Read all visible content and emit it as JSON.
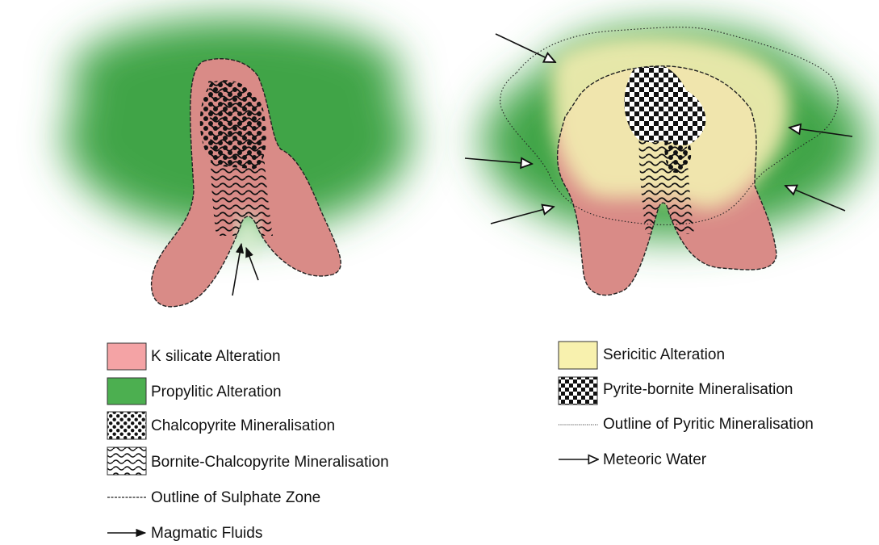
{
  "legend_left": [
    {
      "label": "K silicate Alteration",
      "swatch": "k-silicate"
    },
    {
      "label": "Propylitic Alteration",
      "swatch": "propylitic"
    },
    {
      "label": "Chalcopyrite Mineralisation",
      "swatch": "dots"
    },
    {
      "label": "Bornite-Chalcopyrite Mineralisation",
      "swatch": "waves"
    },
    {
      "label": "Outline of Sulphate Zone",
      "swatch": "dashed-line"
    },
    {
      "label": "Magmatic Fluids",
      "swatch": "solid-arrow"
    }
  ],
  "legend_right": [
    {
      "label": "Sericitic Alteration",
      "swatch": "sericitic"
    },
    {
      "label": "Pyrite-bornite Mineralisation",
      "swatch": "checker"
    },
    {
      "label": "Outline of Pyritic Mineralisation",
      "swatch": "dotted-line"
    },
    {
      "label": "Meteoric Water",
      "swatch": "open-arrow"
    }
  ],
  "colors": {
    "k_silicate": "#d98b87",
    "k_silicate_swatch": "#f4a3a5",
    "propylitic": "#3fa446",
    "propylitic_swatch": "#4caf50",
    "sericitic": "#f5efb4",
    "sericitic_swatch": "#f8f1ae",
    "outline": "#222222"
  }
}
